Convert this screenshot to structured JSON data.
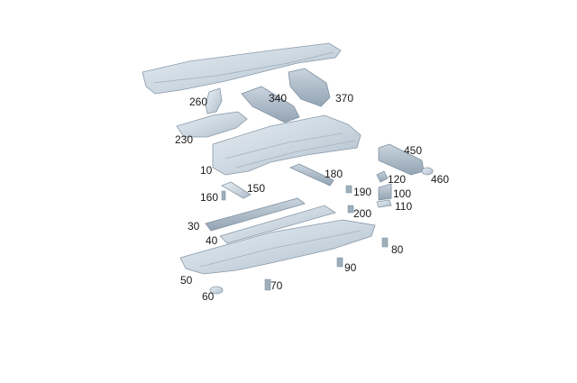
{
  "diagram": {
    "callouts": [
      {
        "id": "p10",
        "label": "10"
      },
      {
        "id": "p30",
        "label": "30"
      },
      {
        "id": "p40",
        "label": "40"
      },
      {
        "id": "p50",
        "label": "50"
      },
      {
        "id": "p60",
        "label": "60"
      },
      {
        "id": "p70",
        "label": "70"
      },
      {
        "id": "p80",
        "label": "80"
      },
      {
        "id": "p90",
        "label": "90"
      },
      {
        "id": "p100",
        "label": "100"
      },
      {
        "id": "p110",
        "label": "110"
      },
      {
        "id": "p120",
        "label": "120"
      },
      {
        "id": "p150",
        "label": "150"
      },
      {
        "id": "p160",
        "label": "160"
      },
      {
        "id": "p180",
        "label": "180"
      },
      {
        "id": "p190",
        "label": "190"
      },
      {
        "id": "p200",
        "label": "200"
      },
      {
        "id": "p230",
        "label": "230"
      },
      {
        "id": "p260",
        "label": "260"
      },
      {
        "id": "p340",
        "label": "340"
      },
      {
        "id": "p370",
        "label": "370"
      },
      {
        "id": "p450",
        "label": "450"
      },
      {
        "id": "p460",
        "label": "460"
      }
    ]
  }
}
